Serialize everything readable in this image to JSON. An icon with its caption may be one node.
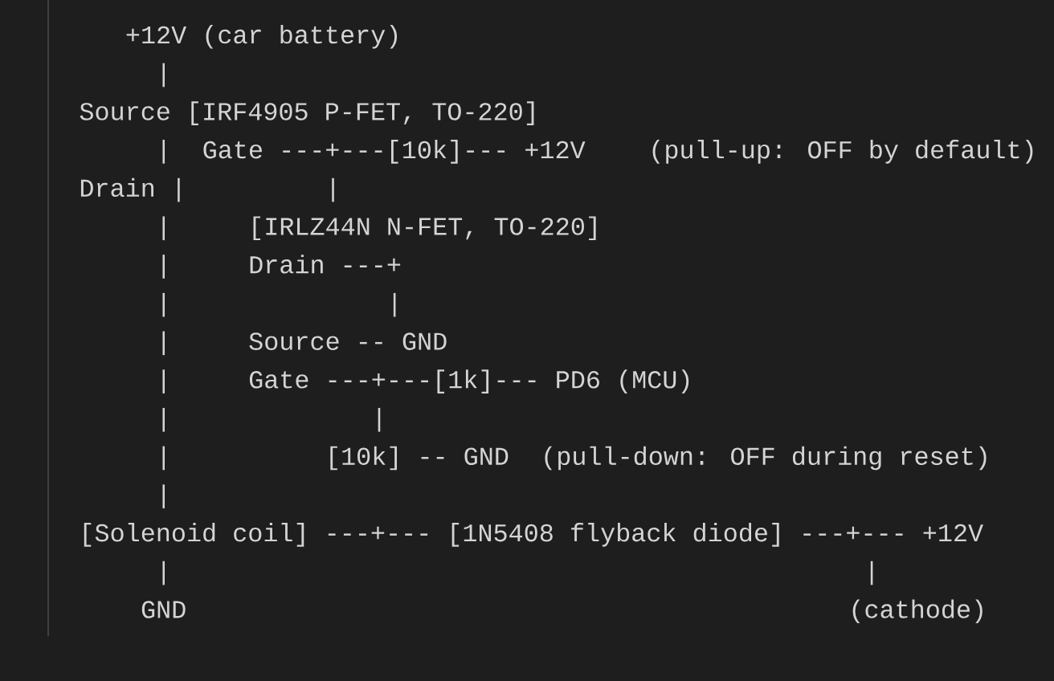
{
  "diagram": {
    "labels": [
      "+12V (car battery)",
      "|",
      "Source [IRF4905 P-FET, TO-220]",
      "|",
      "Gate ---+---[10k]--- +12V",
      "(pull-up: OFF by default)",
      "Drain |",
      "|",
      "|",
      "[IRLZ44N N-FET, TO-220]",
      "|",
      "Drain ---+",
      "|",
      "|",
      "|",
      "Source -- GND",
      "|",
      "Gate ---+---[1k]--- PD6 (MCU)",
      "|",
      "|",
      "|",
      "[10k] -- GND",
      "(pull-down: OFF during reset)",
      "|",
      "[Solenoid coil] ---+--- [1N5408 flyback diode] ---+--- +12V",
      "|",
      "|",
      "GND",
      "(cathode)"
    ]
  }
}
